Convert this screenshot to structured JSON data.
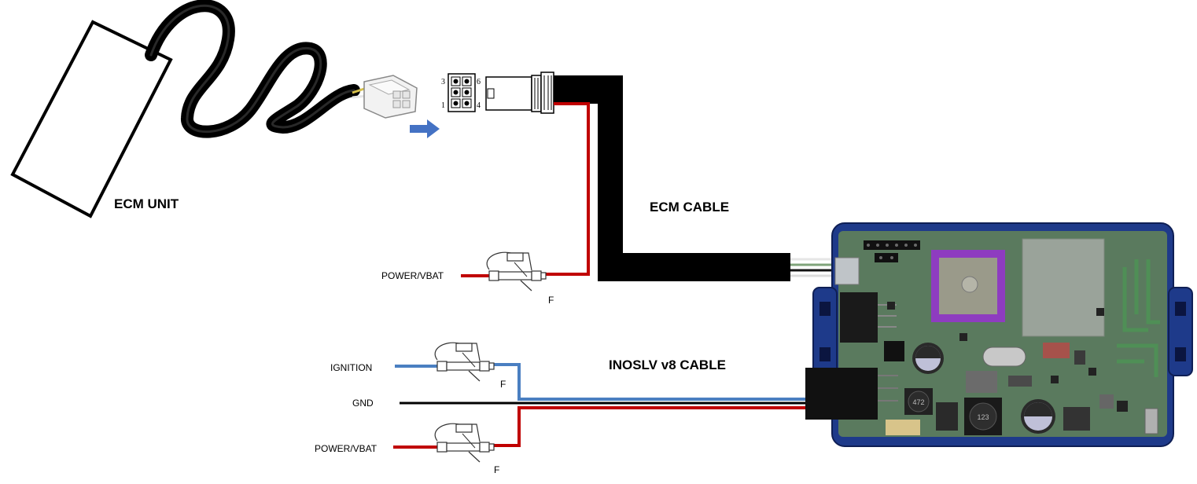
{
  "labels": {
    "ecm_unit": "ECM UNIT",
    "ecm_cable": "ECM CABLE",
    "inoslv_cable": "INOSLV v8 CABLE",
    "power_vbat_top": "POWER/VBAT",
    "fuse_top": "F",
    "ignition": "IGNITION",
    "fuse_ignition": "F",
    "gnd": "GND",
    "power_vbat_bottom": "POWER/VBAT",
    "fuse_bottom": "F"
  },
  "connector_pins": {
    "pin_3": "3",
    "pin_6": "6",
    "pin_1": "1",
    "pin_4": "4"
  },
  "board_marks": {
    "inductor_a": "472",
    "inductor_b": "123"
  },
  "colors": {
    "wire_red": "#c00000",
    "wire_blue": "#4a7fc1",
    "wire_black": "#000000",
    "cable_black": "#000000",
    "arrow_blue": "#4472c4",
    "board_case_blue": "#1e3a8a",
    "pcb_green": "#5a7a5e",
    "gps_purple": "#8e3cc0"
  }
}
